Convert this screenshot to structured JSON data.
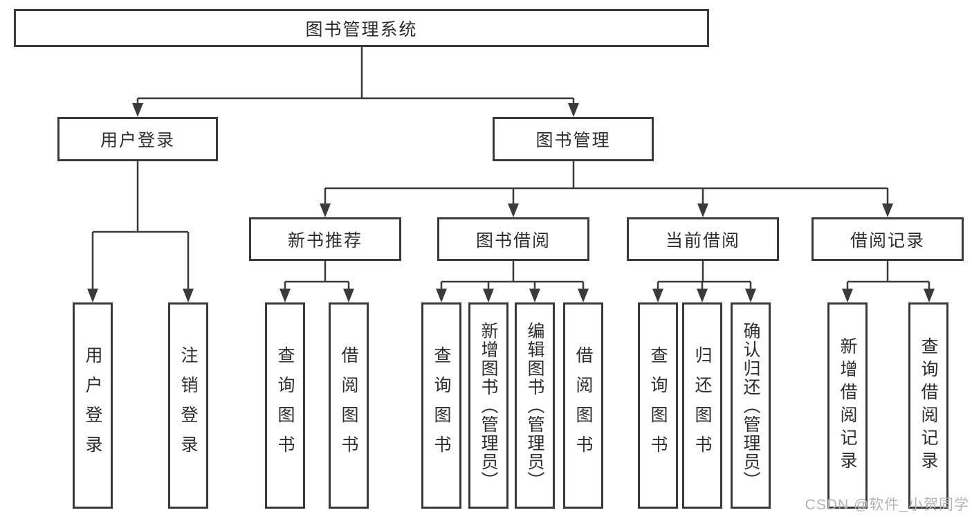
{
  "diagram": {
    "root": {
      "label": "图书管理系统"
    },
    "branches": [
      {
        "label": "用户登录",
        "children": [
          {
            "label": "用户登录"
          },
          {
            "label": "注销登录"
          }
        ]
      },
      {
        "label": "图书管理",
        "children": [
          {
            "label": "新书推荐",
            "children": [
              {
                "label": "查询图书"
              },
              {
                "label": "借阅图书"
              }
            ]
          },
          {
            "label": "图书借阅",
            "children": [
              {
                "label": "查询图书"
              },
              {
                "label": "新增图书（管理员）"
              },
              {
                "label": "编辑图书（管理员）"
              },
              {
                "label": "借阅图书"
              }
            ]
          },
          {
            "label": "当前借阅",
            "children": [
              {
                "label": "查询图书"
              },
              {
                "label": "归还图书"
              },
              {
                "label": "确认归还（管理员）"
              }
            ]
          },
          {
            "label": "借阅记录",
            "children": [
              {
                "label": "新增借阅记录"
              },
              {
                "label": "查询借阅记录"
              }
            ]
          }
        ]
      }
    ]
  },
  "watermark": {
    "text": "CSDN @软件_小贺同学"
  },
  "colors": {
    "line": "#3a3a3a",
    "text": "#2d2d2d",
    "background": "#ffffff",
    "watermark": "#b3b3b3"
  }
}
